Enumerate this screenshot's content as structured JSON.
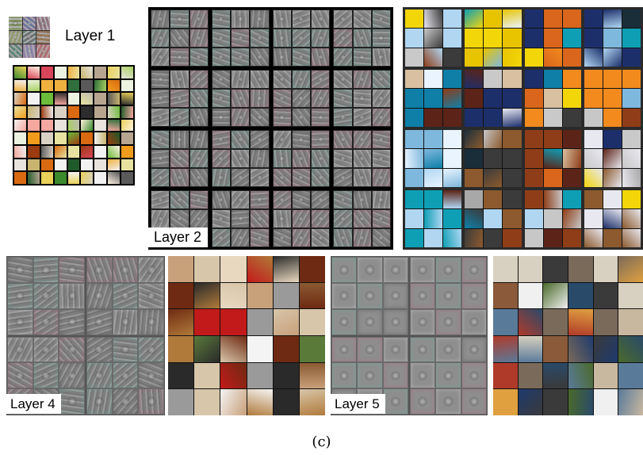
{
  "labels": {
    "layer1": "Layer 1",
    "layer2": "Layer 2",
    "layer4": "Layer 4",
    "layer5": "Layer 5"
  },
  "caption": "(c)",
  "palettes": {
    "layer1_patches": [
      "#d9d2c4",
      "#b7a590",
      "#f2f2f2",
      "#c8b46e",
      "#6a7b3a",
      "#e7e2a0",
      "#2c2c2c",
      "#f29c1c",
      "#d96a12",
      "#9c3b10",
      "#f0b040",
      "#e9d15a",
      "#1f5a2a",
      "#3c8a2e",
      "#6dbb3a",
      "#a8d060",
      "#ecf2e0",
      "#2f6f3c",
      "#e8e3dc",
      "#bfbab0",
      "#5a5a5a",
      "#f4a8a0",
      "#d8445a",
      "#fff2e0"
    ],
    "layer2_patches": [
      "#1d2f6b",
      "#e8e8f0",
      "#0e9fb5",
      "#c9c9c9",
      "#f28a1e",
      "#d9661c",
      "#8f3d18",
      "#3b3b3b",
      "#b0d6f2",
      "#7fb8dd",
      "#e9f4ff",
      "#0f7fa8",
      "#1a2e3a",
      "#f2d60a",
      "#e8c400",
      "#c7c7c7",
      "#8c5a2e",
      "#d8c0a0",
      "#5c2418",
      "#a8a8a8"
    ],
    "layer4_patches": [
      "#8a5a32",
      "#d7c6aa",
      "#f4f4f4",
      "#c21a1a",
      "#6e2a12",
      "#b07a3a",
      "#3a2a1e",
      "#e8d8c0",
      "#9a9a9a",
      "#2a2a2a",
      "#c8a07a",
      "#5a7a3a"
    ],
    "layer5_patches": [
      "#3a3a3a",
      "#7a6a5a",
      "#c9b8a0",
      "#5a7a9a",
      "#2a4a6a",
      "#d8d0c0",
      "#8a5a3a",
      "#e0a040",
      "#4a6a2a",
      "#f0f0f0",
      "#1e3a6e",
      "#b03a2a"
    ]
  }
}
